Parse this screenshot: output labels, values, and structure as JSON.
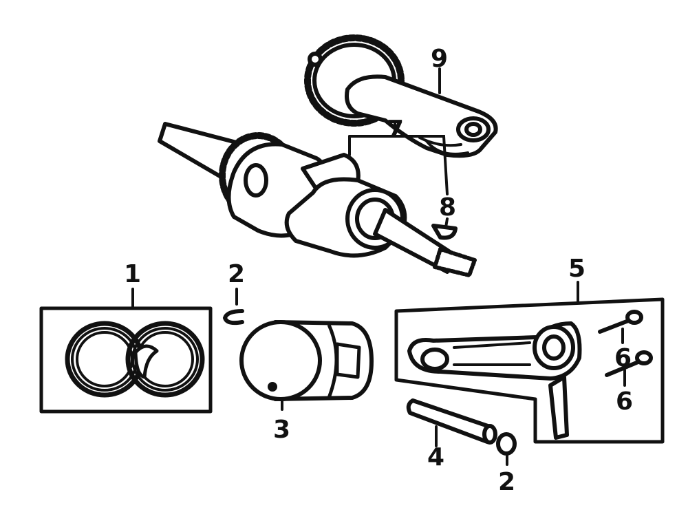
{
  "callouts": {
    "c1": "1",
    "c2_top": "2",
    "c3": "3",
    "c4": "4",
    "c2_bottom": "2",
    "c5": "5",
    "c6_top": "6",
    "c6_bottom": "6",
    "c7": "7",
    "c8": "8",
    "c9": "9"
  },
  "colors": {
    "ink": "#111111",
    "paper": "#ffffff"
  }
}
